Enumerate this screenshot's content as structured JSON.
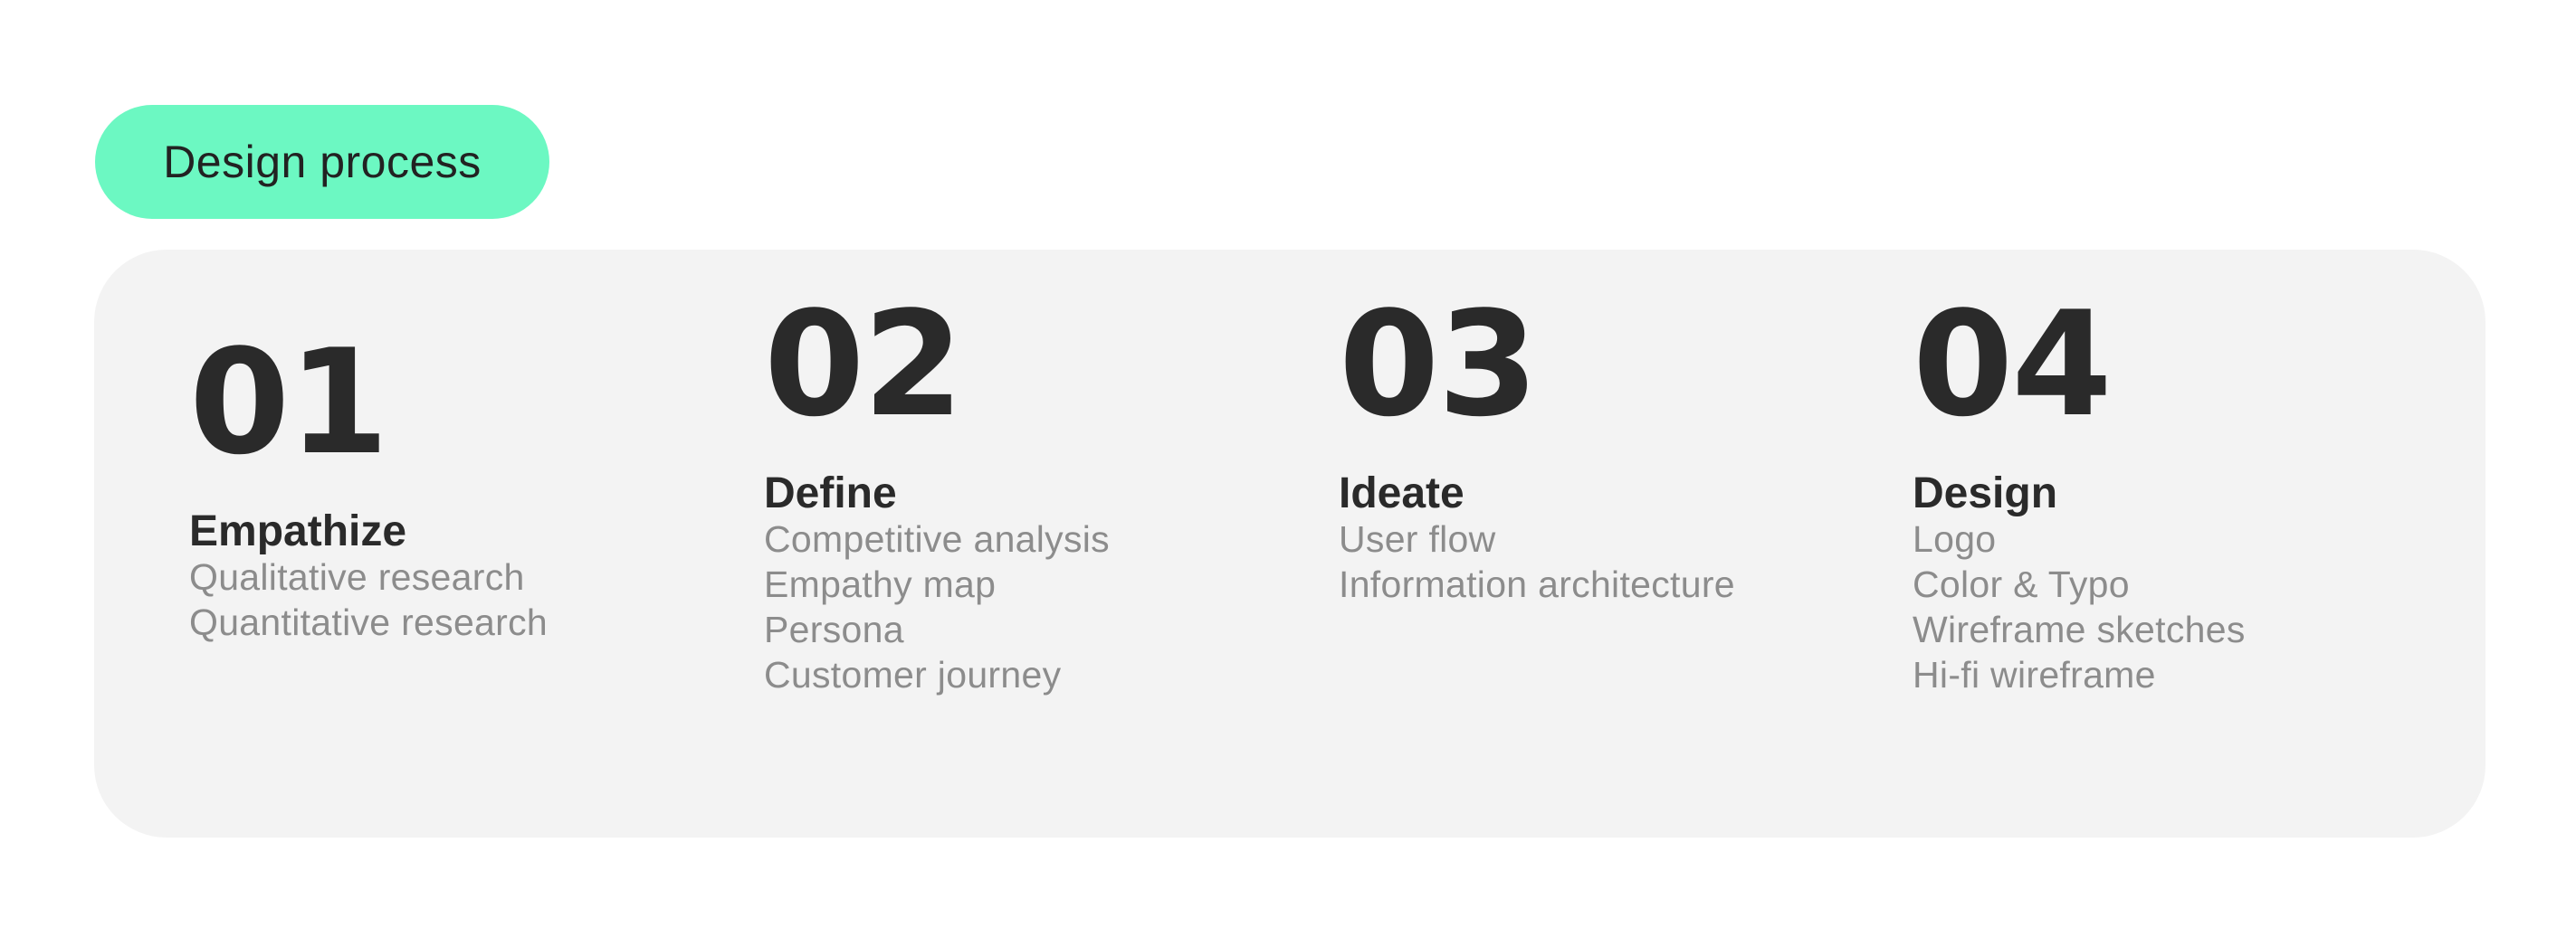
{
  "header": {
    "badge_label": "Design process"
  },
  "steps": [
    {
      "number": "01",
      "title": "Empathize",
      "items": [
        "Qualitative research",
        "Quantitative research"
      ]
    },
    {
      "number": "02",
      "title": "Define",
      "items": [
        "Competitive analysis",
        "Empathy map",
        "Persona",
        "Customer journey"
      ]
    },
    {
      "number": "03",
      "title": "Ideate",
      "items": [
        "User flow",
        "Information architecture"
      ]
    },
    {
      "number": "04",
      "title": "Design",
      "items": [
        "Logo",
        "Color & Typo",
        "Wireframe sketches",
        "Hi-fi wireframe"
      ]
    }
  ],
  "colors": {
    "badge_background": "#6cf8c2",
    "panel_background": "#f3f3f3",
    "heading_text": "#2a2a2a",
    "item_text": "#8c8c8c"
  }
}
